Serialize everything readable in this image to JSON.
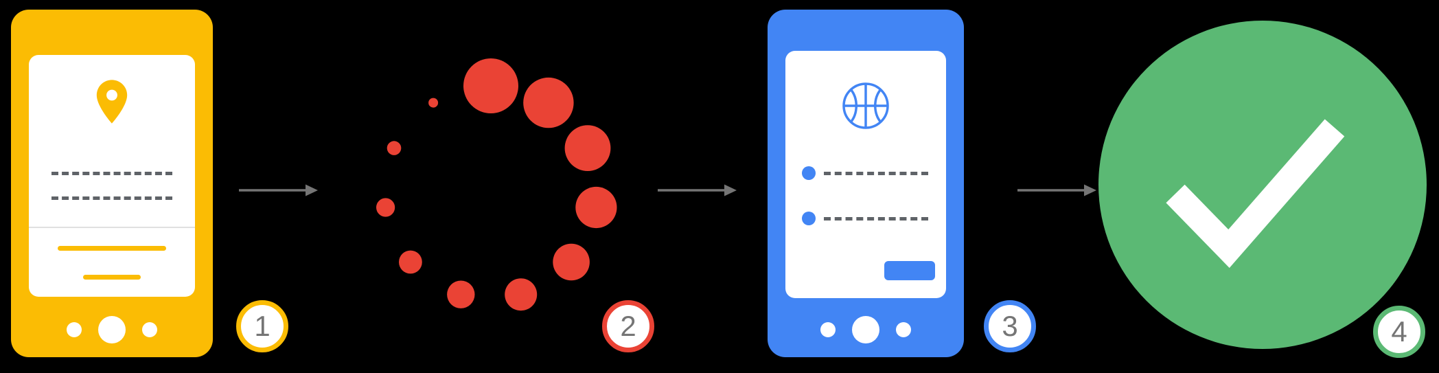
{
  "diagram": {
    "background_color": "#000000",
    "arrow_color": "#757575",
    "dash_color": "#5F6368",
    "badge": {
      "background_color": "#FFFFFF",
      "text_color": "#757575"
    },
    "steps": [
      {
        "number": "1",
        "name": "app-form-with-location",
        "kind": "phone-mockup",
        "accent_color": "#FBBC04",
        "icon": "location-pin-icon"
      },
      {
        "number": "2",
        "name": "loading",
        "kind": "spinner",
        "accent_color": "#EA4335",
        "icon": "loading-spinner-icon"
      },
      {
        "number": "3",
        "name": "app-result-with-basketball",
        "kind": "phone-mockup",
        "accent_color": "#4285F4",
        "icon": "basketball-icon"
      },
      {
        "number": "4",
        "name": "success",
        "kind": "check-circle",
        "accent_color": "#5BB974",
        "icon": "checkmark-icon"
      }
    ]
  }
}
